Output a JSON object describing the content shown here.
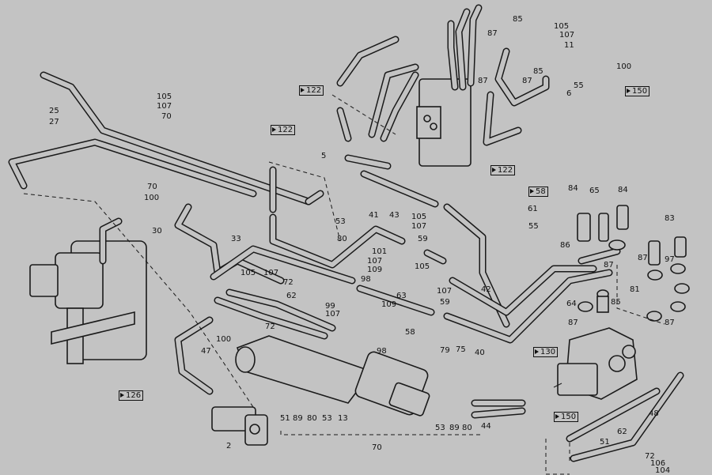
{
  "diagram": {
    "callouts": [
      "25",
      "27",
      "105",
      "107",
      "70",
      "70",
      "100",
      "30",
      "5",
      "53",
      "80",
      "33",
      "41",
      "43",
      "105",
      "107",
      "59",
      "101",
      "107",
      "109",
      "98",
      "63",
      "105",
      "107",
      "59",
      "42",
      "40",
      "109",
      "99",
      "107",
      "58",
      "98",
      "79",
      "75",
      "53",
      "89",
      "80",
      "44",
      "70",
      "105",
      "107",
      "72",
      "62",
      "72",
      "100",
      "47",
      "2",
      "51",
      "89",
      "80",
      "53",
      "13",
      "85",
      "105",
      "107",
      "87",
      "11",
      "85",
      "87",
      "87",
      "6",
      "55",
      "100",
      "61",
      "55",
      "84",
      "65",
      "84",
      "83",
      "86",
      "87",
      "97",
      "87",
      "81",
      "64",
      "85",
      "87",
      "87",
      "48",
      "62",
      "51",
      "72",
      "106",
      "104"
    ],
    "references": [
      "122",
      "122",
      "126",
      "150",
      "122",
      "58",
      "130",
      "150"
    ]
  }
}
